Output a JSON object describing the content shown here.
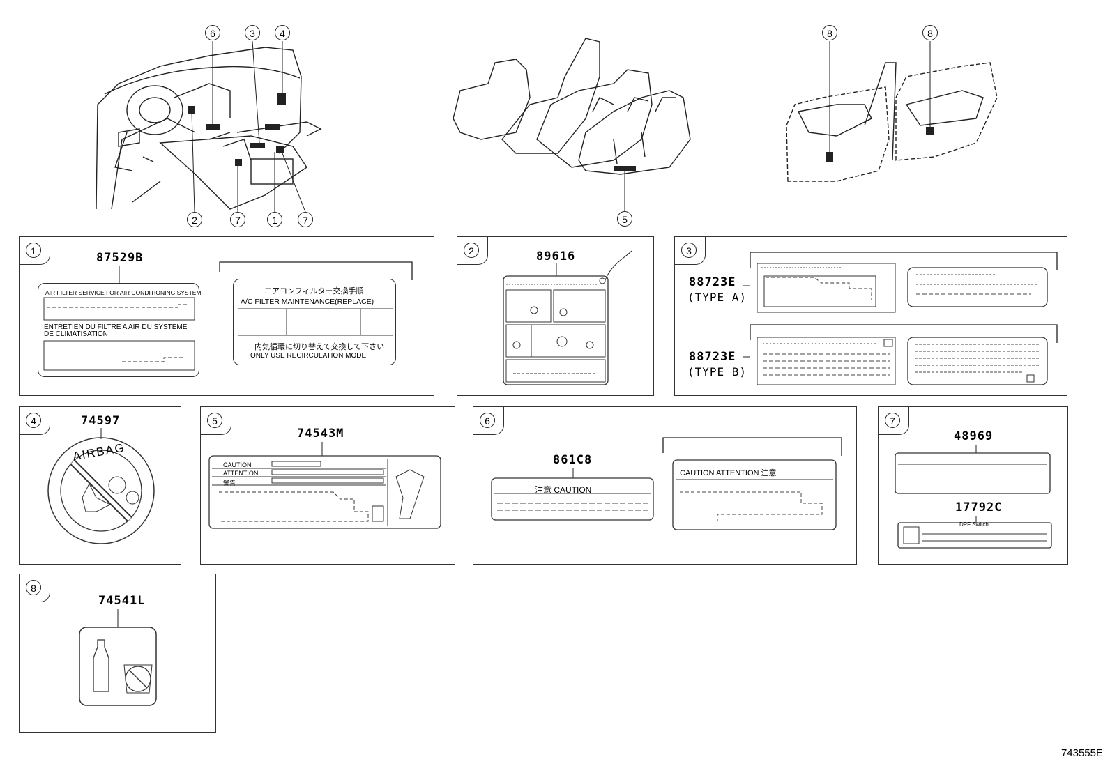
{
  "diagram_code": "743555E",
  "overview": {
    "callouts_left": [
      "6",
      "3",
      "4",
      "2",
      "7",
      "1",
      "7"
    ],
    "callouts_mid": [
      "5"
    ],
    "callouts_right": [
      "8",
      "8"
    ]
  },
  "panels": {
    "p1": {
      "num": "1",
      "part": "87529B",
      "label_en_title": "AIR FILTER SERVICE FOR AIR CONDITIONING SYSTEM",
      "label_fr_title": "ENTRETIEN DU FILTRE A AIR DU SYSTEME DE CLIMATISATION",
      "label_jp_title": "エアコンフィルター交換手順",
      "label_jp_sub": "A/C FILTER MAINTENANCE(REPLACE)",
      "label_jp_note": "内気循環に切り替えて交換して下さい",
      "label_jp_mode": "ONLY USE RECIRCULATION MODE"
    },
    "p2": {
      "num": "2",
      "part": "89616"
    },
    "p3": {
      "num": "3",
      "part_a": "88723E",
      "type_a": "(TYPE A)",
      "part_b": "88723E",
      "type_b": "(TYPE B)"
    },
    "p4": {
      "num": "4",
      "part": "74597",
      "emblem_text": "AIRBAG"
    },
    "p5": {
      "num": "5",
      "part": "74543M",
      "row1": "CAUTION",
      "row2": "ATTENTION",
      "row3": "警告"
    },
    "p6": {
      "num": "6",
      "part": "861C8",
      "label_a": "注意 CAUTION",
      "label_b": "CAUTION ATTENTION 注意"
    },
    "p7": {
      "num": "7",
      "part_a": "48969",
      "part_b": "17792C",
      "label_b_text": "DPF Switch"
    },
    "p8": {
      "num": "8",
      "part": "74541L"
    }
  }
}
